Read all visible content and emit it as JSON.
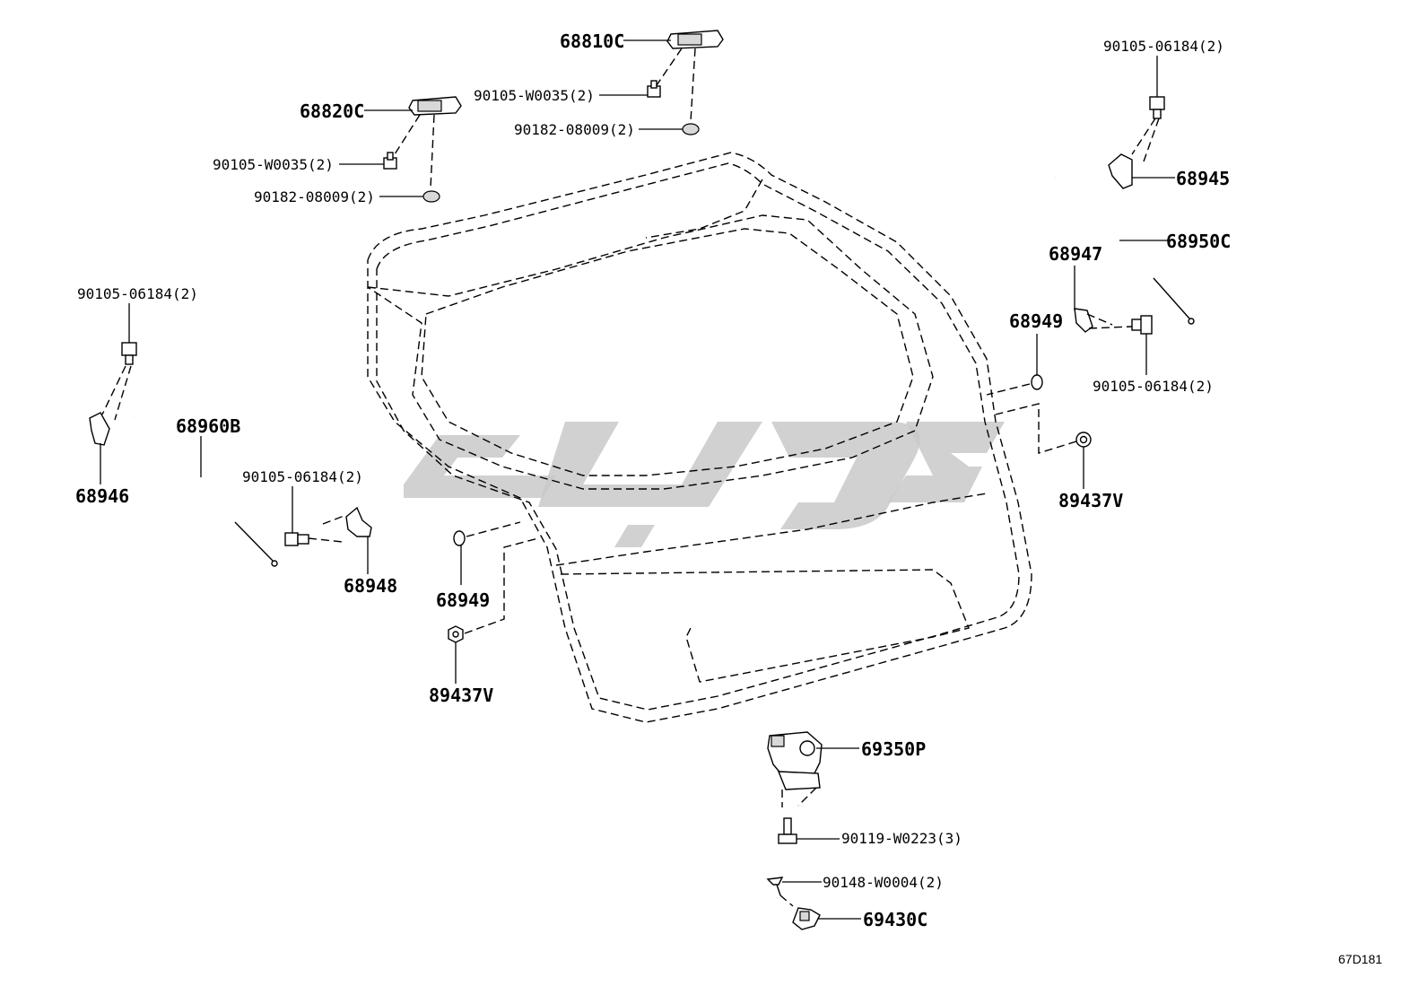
{
  "diagram": {
    "code": "67D181",
    "labels": {
      "p68810C": "68810C",
      "p90105_W0035_top": "90105-W0035(2)",
      "p90182_08009_top": "90182-08009(2)",
      "p68820C": "68820C",
      "p90105_W0035_left": "90105-W0035(2)",
      "p90182_08009_left": "90182-08009(2)",
      "p90105_06184_tr": "90105-06184(2)",
      "p68945": "68945",
      "p68950C": "68950C",
      "p68947": "68947",
      "p68949_right": "68949",
      "p90105_06184_r": "90105-06184(2)",
      "p89437V_right": "89437V",
      "p90105_06184_l": "90105-06184(2)",
      "p68946": "68946",
      "p68960B": "68960B",
      "p90105_06184_m": "90105-06184(2)",
      "p68948": "68948",
      "p68949_left": "68949",
      "p89437V_left": "89437V",
      "p69350P": "69350P",
      "p90119_W0223": "90119-W0223(3)",
      "p90148_W0004": "90148-W0004(2)",
      "p69430C": "69430C"
    }
  }
}
